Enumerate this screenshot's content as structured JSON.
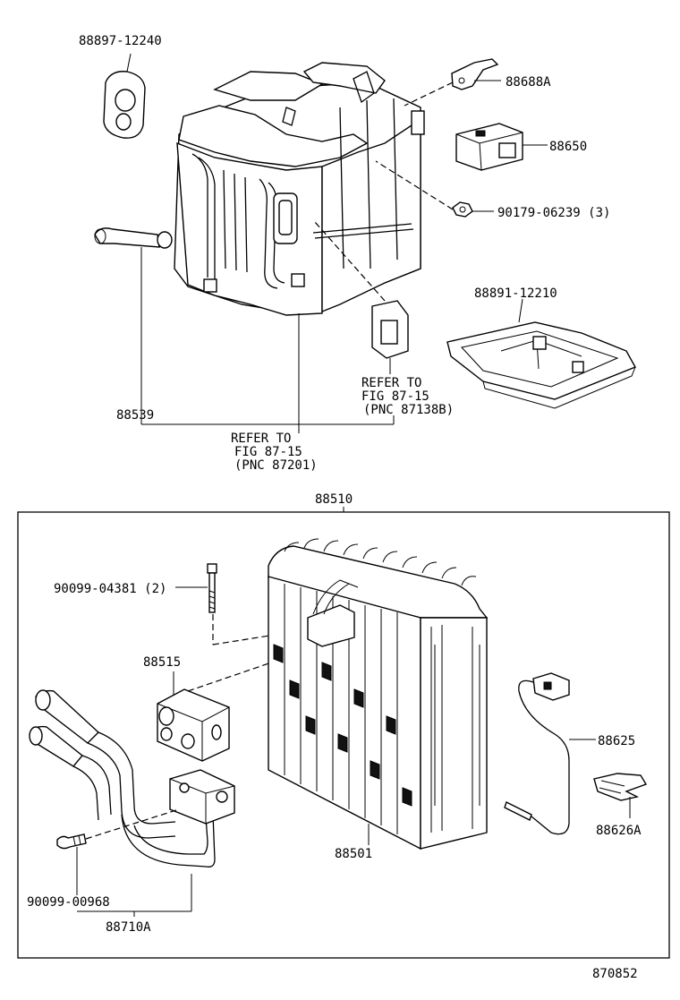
{
  "labels": {
    "p88897": "88897-12240",
    "p88688a": "88688A",
    "p88650": "88650",
    "p90179": "90179-06239 (3)",
    "p88891": "88891-12210",
    "p88539": "88539",
    "refer1_line1": "REFER TO",
    "refer1_line2": "FIG 87-15",
    "refer1_line3": "(PNC 87138B)",
    "refer2_line1": "REFER TO",
    "refer2_line2": "FIG 87-15",
    "refer2_line3": "(PNC 87201)",
    "p88510": "88510",
    "p90099_04381": "90099-04381 (2)",
    "p88515": "88515",
    "p88625": "88625",
    "p88626a": "88626A",
    "p88501": "88501",
    "p90099_00968": "90099-00968",
    "p88710a": "88710A",
    "figure_no": "870852"
  }
}
